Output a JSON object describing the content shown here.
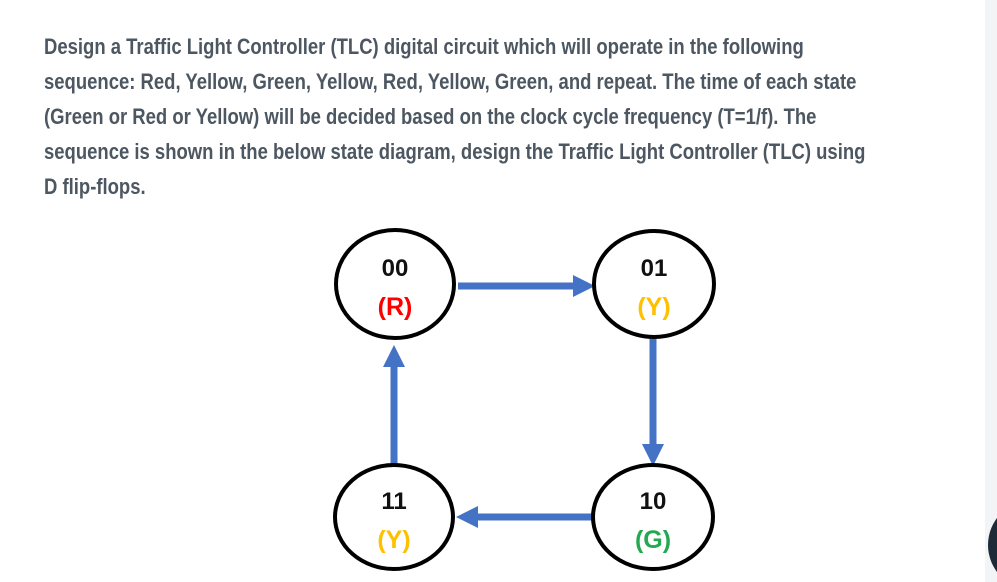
{
  "page": {
    "background_color": "#ffffff",
    "right_gutter_color": "#f3f4f5",
    "floating_button_color": "#1d2b38"
  },
  "problem": {
    "text_color": "#4d5761",
    "lines": [
      "Design a Traffic Light Controller (TLC) digital circuit which will operate in the following",
      "sequence: Red, Yellow, Green, Yellow, Red, Yellow, Green, and repeat. The time of each state",
      "(Green or Red or Yellow) will be decided based on the clock cycle frequency (T=1/f). The",
      "sequence is shown in the below state diagram, design the Traffic Light Controller (TLC) using",
      "D flip-flops."
    ]
  },
  "diagram": {
    "type": "state-diagram",
    "arrow_color": "#4472c4",
    "node_stroke": "#000000",
    "states": {
      "s00": {
        "code": "00",
        "light": "(R)",
        "light_name": "Red",
        "color": "#ff0000"
      },
      "s01": {
        "code": "01",
        "light": "(Y)",
        "light_name": "Yellow",
        "color": "#ffc000"
      },
      "s10": {
        "code": "10",
        "light": "(G)",
        "light_name": "Green",
        "color": "#22a952"
      },
      "s11": {
        "code": "11",
        "light": "(Y)",
        "light_name": "Yellow",
        "color": "#ffc000"
      }
    },
    "transitions": [
      {
        "from": "00",
        "to": "01"
      },
      {
        "from": "01",
        "to": "10"
      },
      {
        "from": "10",
        "to": "11"
      },
      {
        "from": "11",
        "to": "00"
      }
    ]
  }
}
